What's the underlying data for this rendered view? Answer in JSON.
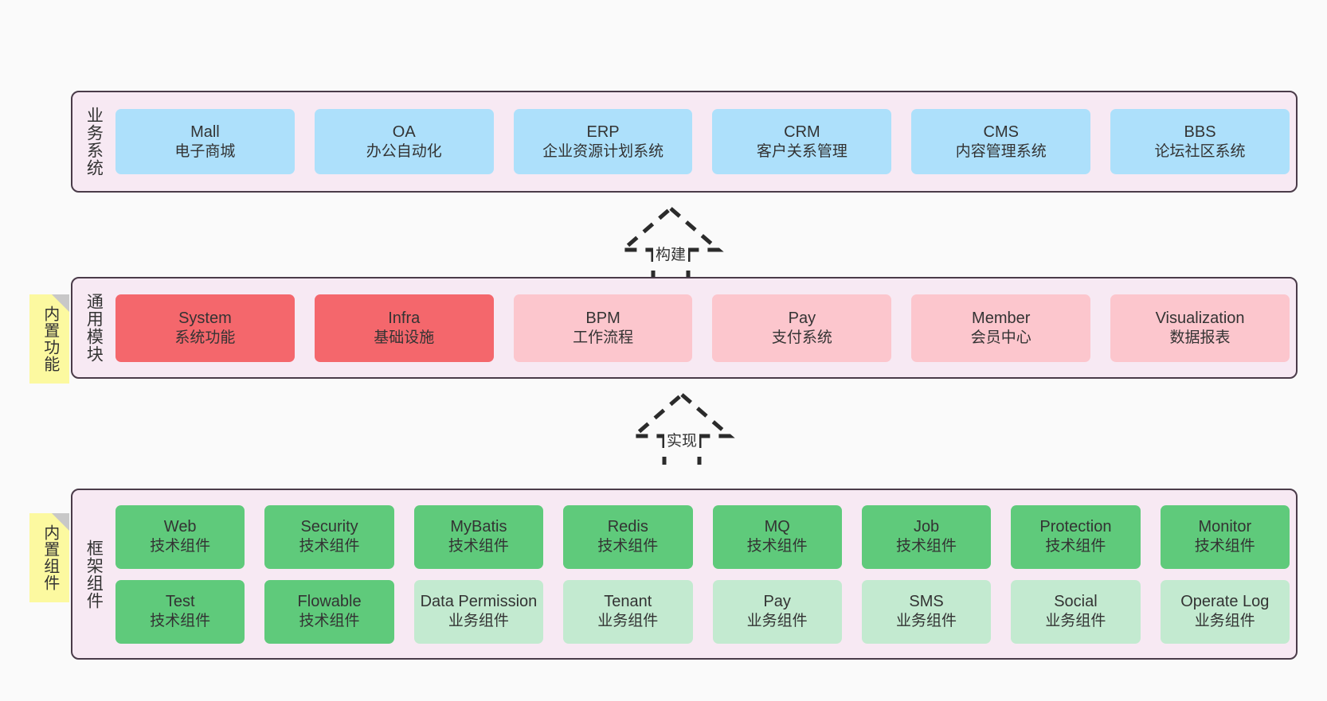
{
  "diagram": {
    "background_color": "#fafafa",
    "layer_fill": "#f7e9f3",
    "layer_border": "#4a3b49",
    "note_fill": "#fcf9a0"
  },
  "layers": [
    {
      "name": "business-system",
      "title": "业务系统",
      "accent": "#ade0fb",
      "rows": [
        {
          "cards": [
            {
              "title": "Mall",
              "sub": "电子商城",
              "color": "#ade0fb",
              "style": "c-blue"
            },
            {
              "title": "OA",
              "sub": "办公自动化",
              "color": "#ade0fb",
              "style": "c-blue"
            },
            {
              "title": "ERP",
              "sub": "企业资源计划系统",
              "color": "#ade0fb",
              "style": "c-blue"
            },
            {
              "title": "CRM",
              "sub": "客户关系管理",
              "color": "#ade0fb",
              "style": "c-blue"
            },
            {
              "title": "CMS",
              "sub": "内容管理系统",
              "color": "#ade0fb",
              "style": "c-blue"
            },
            {
              "title": "BBS",
              "sub": "论坛社区系统",
              "color": "#ade0fb",
              "style": "c-blue"
            }
          ]
        }
      ]
    },
    {
      "name": "common-module",
      "title": "通用模块",
      "note": "内置功能",
      "accent": "#f4676c",
      "rows": [
        {
          "cards": [
            {
              "title": "System",
              "sub": "系统功能",
              "color": "#f4676c",
              "style": "c-red"
            },
            {
              "title": "Infra",
              "sub": "基础设施",
              "color": "#f4676c",
              "style": "c-red"
            },
            {
              "title": "BPM",
              "sub": "工作流程",
              "color": "#fcc6cd",
              "style": "c-pink"
            },
            {
              "title": "Pay",
              "sub": "支付系统",
              "color": "#fcc6cd",
              "style": "c-pink"
            },
            {
              "title": "Member",
              "sub": "会员中心",
              "color": "#fcc6cd",
              "style": "c-pink"
            },
            {
              "title": "Visualization",
              "sub": "数据报表",
              "color": "#fcc6cd",
              "style": "c-pink"
            }
          ]
        }
      ]
    },
    {
      "name": "framework-component",
      "title": "框架组件",
      "note": "内置组件",
      "accent": "#5fca7b",
      "rows": [
        {
          "cards": [
            {
              "title": "Web",
              "sub": "技术组件",
              "color": "#5fca7b",
              "style": "c-green"
            },
            {
              "title": "Security",
              "sub": "技术组件",
              "color": "#5fca7b",
              "style": "c-green"
            },
            {
              "title": "MyBatis",
              "sub": "技术组件",
              "color": "#5fca7b",
              "style": "c-green"
            },
            {
              "title": "Redis",
              "sub": "技术组件",
              "color": "#5fca7b",
              "style": "c-green"
            },
            {
              "title": "MQ",
              "sub": "技术组件",
              "color": "#5fca7b",
              "style": "c-green"
            },
            {
              "title": "Job",
              "sub": "技术组件",
              "color": "#5fca7b",
              "style": "c-green"
            },
            {
              "title": "Protection",
              "sub": "技术组件",
              "color": "#5fca7b",
              "style": "c-green"
            },
            {
              "title": "Monitor",
              "sub": "技术组件",
              "color": "#5fca7b",
              "style": "c-green"
            }
          ]
        },
        {
          "cards": [
            {
              "title": "Test",
              "sub": "技术组件",
              "color": "#5fca7b",
              "style": "c-green"
            },
            {
              "title": "Flowable",
              "sub": "技术组件",
              "color": "#5fca7b",
              "style": "c-green"
            },
            {
              "title": "Data Permission",
              "sub": "业务组件",
              "color": "#c3ead0",
              "style": "c-lightgreen"
            },
            {
              "title": "Tenant",
              "sub": "业务组件",
              "color": "#c3ead0",
              "style": "c-lightgreen"
            },
            {
              "title": "Pay",
              "sub": "业务组件",
              "color": "#c3ead0",
              "style": "c-lightgreen"
            },
            {
              "title": "SMS",
              "sub": "业务组件",
              "color": "#c3ead0",
              "style": "c-lightgreen"
            },
            {
              "title": "Social",
              "sub": "业务组件",
              "color": "#c3ead0",
              "style": "c-lightgreen"
            },
            {
              "title": "Operate Log",
              "sub": "业务组件",
              "color": "#c3ead0",
              "style": "c-lightgreen"
            }
          ]
        }
      ]
    }
  ],
  "connectors": [
    {
      "name": "build",
      "label": "构建",
      "from": "common-module",
      "to": "business-system"
    },
    {
      "name": "implement",
      "label": "实现",
      "from": "framework-component",
      "to": "common-module"
    }
  ]
}
